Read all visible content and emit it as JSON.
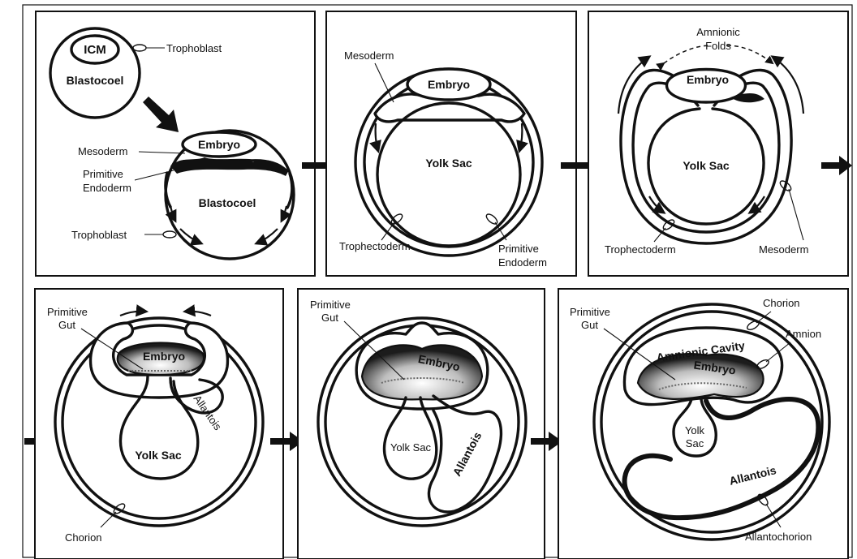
{
  "panel1": {
    "icm": "ICM",
    "trophoblast_top": "Trophoblast",
    "blastocoel_top": "Blastocoel",
    "embryo": "Embryo",
    "mesoderm": "Mesoderm",
    "primitive_endoderm_1": "Primitive",
    "primitive_endoderm_2": "Endoderm",
    "blastocoel": "Blastocoel",
    "trophoblast_bottom": "Trophoblast"
  },
  "panel2": {
    "mesoderm": "Mesoderm",
    "embryo": "Embryo",
    "yolk_sac": "Yolk Sac",
    "trophectoderm": "Trophectoderm",
    "primitive_endoderm_1": "Primitive",
    "primitive_endoderm_2": "Endoderm"
  },
  "panel3": {
    "amnionic_folds_1": "Amnionic",
    "amnionic_folds_2": "Folds",
    "embryo": "Embryo",
    "yolk_sac": "Yolk Sac",
    "trophectoderm": "Trophectoderm",
    "mesoderm": "Mesoderm"
  },
  "panel4": {
    "primitive_gut_1": "Primitive",
    "primitive_gut_2": "Gut",
    "embryo": "Embryo",
    "allantois": "Allantois",
    "yolk_sac": "Yolk Sac",
    "chorion": "Chorion"
  },
  "panel5": {
    "primitive_gut_1": "Primitive",
    "primitive_gut_2": "Gut",
    "embryo": "Embryo",
    "yolk_sac": "Yolk Sac",
    "allantois": "Allantois"
  },
  "panel6": {
    "primitive_gut_1": "Primitive",
    "primitive_gut_2": "Gut",
    "chorion": "Chorion",
    "amnion": "Amnion",
    "amnionic_cavity": "Amnionic Cavity",
    "embryo": "Embryo",
    "yolk_sac_1": "Yolk",
    "yolk_sac_2": "Sac",
    "allantois": "Allantois",
    "allantochorion": "Allantochorion"
  }
}
